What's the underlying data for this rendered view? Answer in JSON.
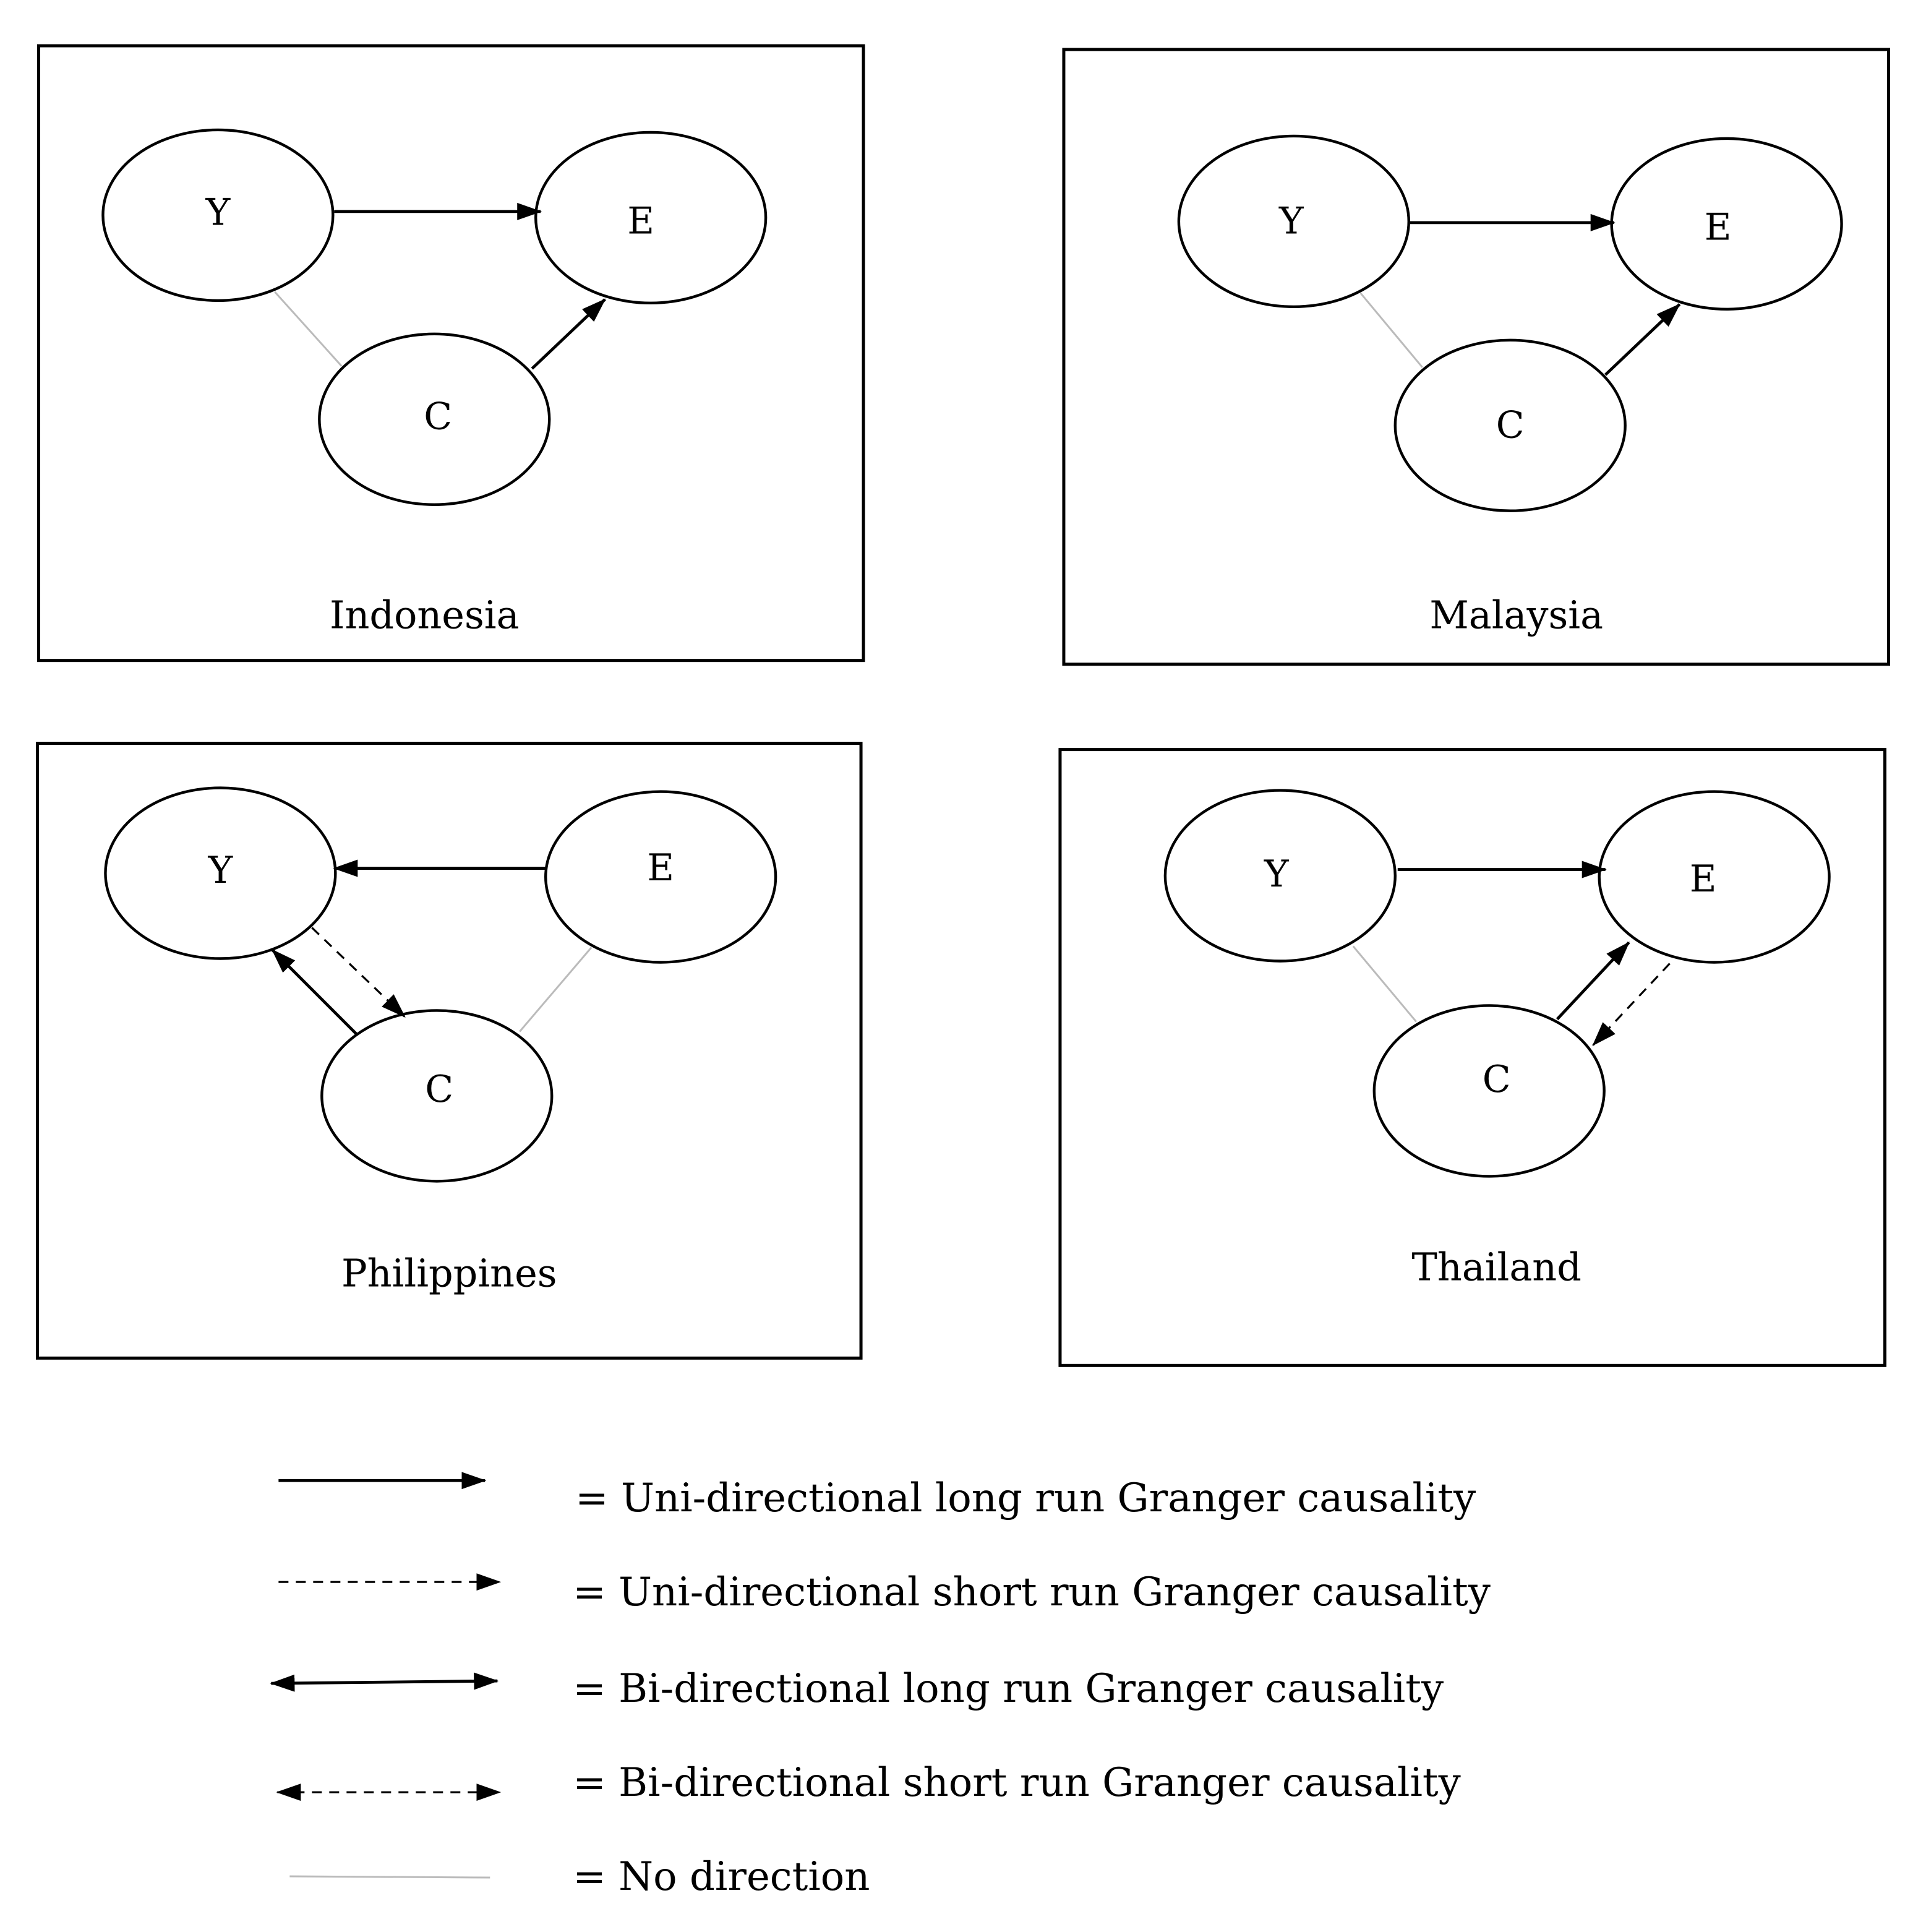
{
  "panels": [
    {
      "country": "Indonesia",
      "nodes": {
        "Y": "Y",
        "E": "E",
        "C": "C"
      },
      "edges": [
        {
          "from": "Y",
          "to": "E",
          "type": "uni-long"
        },
        {
          "from": "C",
          "to": "E",
          "type": "uni-long"
        },
        {
          "from": "Y",
          "to": "C",
          "type": "none"
        }
      ]
    },
    {
      "country": "Malaysia",
      "nodes": {
        "Y": "Y",
        "E": "E",
        "C": "C"
      },
      "edges": [
        {
          "from": "Y",
          "to": "E",
          "type": "uni-long"
        },
        {
          "from": "C",
          "to": "E",
          "type": "uni-long"
        },
        {
          "from": "Y",
          "to": "C",
          "type": "none"
        }
      ]
    },
    {
      "country": "Philippines",
      "nodes": {
        "Y": "Y",
        "E": "E",
        "C": "C"
      },
      "edges": [
        {
          "from": "E",
          "to": "Y",
          "type": "uni-long"
        },
        {
          "from": "C",
          "to": "Y",
          "type": "uni-long"
        },
        {
          "from": "Y",
          "to": "C",
          "type": "uni-short"
        },
        {
          "from": "E",
          "to": "C",
          "type": "none"
        }
      ]
    },
    {
      "country": "Thailand",
      "nodes": {
        "Y": "Y",
        "E": "E",
        "C": "C"
      },
      "edges": [
        {
          "from": "Y",
          "to": "E",
          "type": "uni-long"
        },
        {
          "from": "C",
          "to": "E",
          "type": "uni-long"
        },
        {
          "from": "E",
          "to": "C",
          "type": "uni-short"
        },
        {
          "from": "Y",
          "to": "C",
          "type": "none"
        }
      ]
    }
  ],
  "legend": [
    "= Uni-directional long run Granger causality",
    "= Uni-directional short run Granger causality",
    "= Bi-directional long run Granger causality",
    "= Bi-directional short run Granger causality",
    "= No direction"
  ]
}
